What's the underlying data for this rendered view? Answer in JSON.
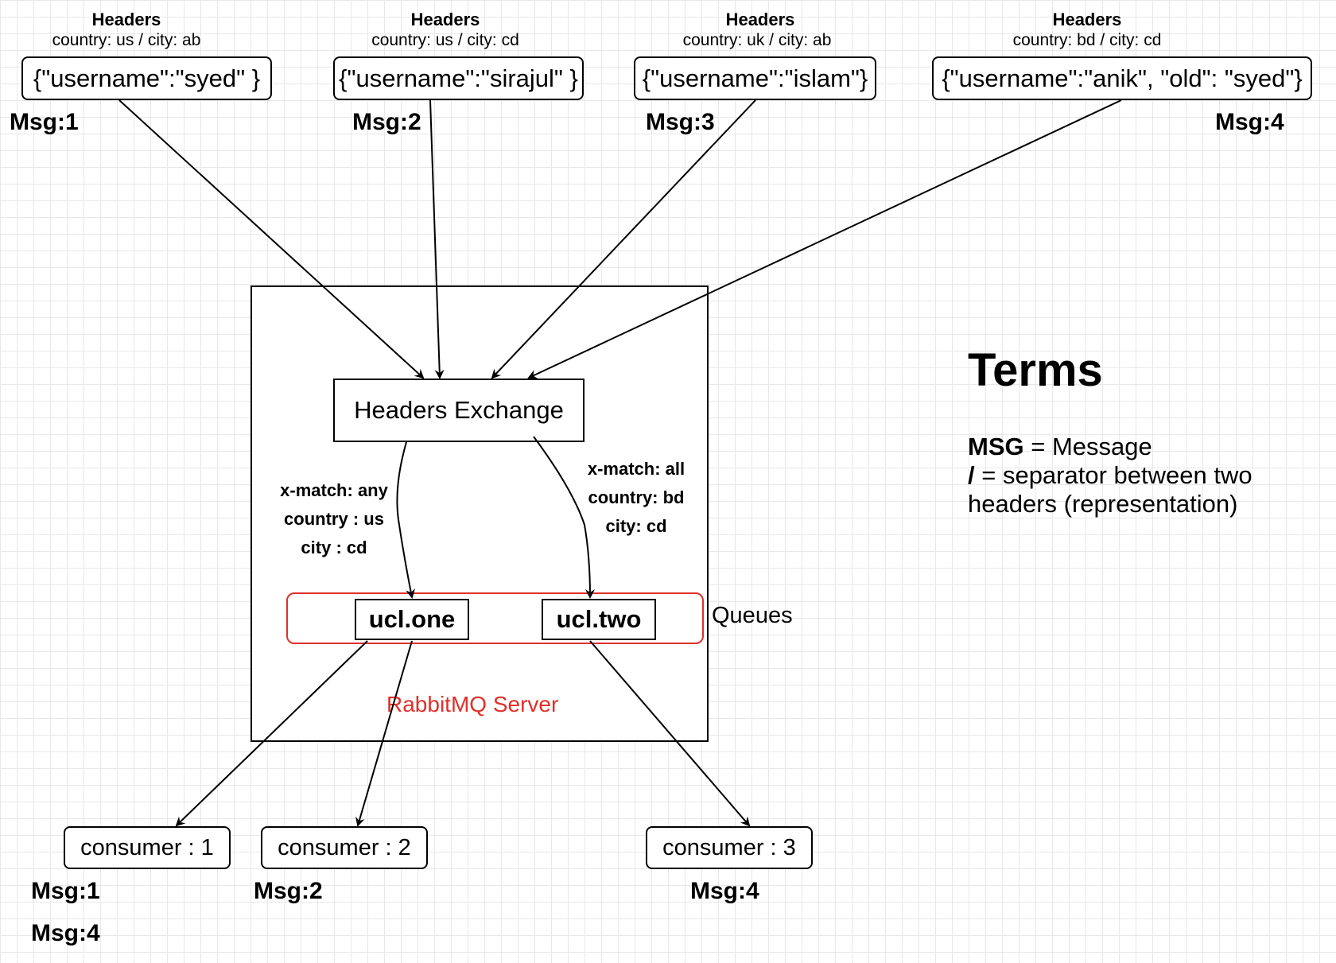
{
  "messages": [
    {
      "headers_title": "Headers",
      "headers_values": "country: us / city: ab",
      "body": "{\"username\":\"syed\" }",
      "label": "Msg:1"
    },
    {
      "headers_title": "Headers",
      "headers_values": "country: us / city: cd",
      "body": "{\"username\":\"sirajul\" }",
      "label": "Msg:2"
    },
    {
      "headers_title": "Headers",
      "headers_values": "country: uk / city: ab",
      "body": "{\"username\":\"islam\"}",
      "label": "Msg:3"
    },
    {
      "headers_title": "Headers",
      "headers_values": "country: bd / city: cd",
      "body": "{\"username\":\"anik\", \"old\": \"syed\"}",
      "label": "Msg:4"
    }
  ],
  "server": {
    "label": "RabbitMQ Server",
    "label_color": "#e0302a"
  },
  "exchange": {
    "label": "Headers Exchange"
  },
  "bindings": [
    {
      "lines": [
        "x-match: any",
        "country : us",
        "city : cd"
      ]
    },
    {
      "lines": [
        "x-match: all",
        "country: bd",
        "city: cd"
      ]
    }
  ],
  "queues": {
    "group_label": "Queues",
    "group_color": "#e0302a",
    "items": [
      "ucl.one",
      "ucl.two"
    ]
  },
  "consumers": [
    {
      "label": "consumer : 1",
      "received": [
        "Msg:1",
        "Msg:4"
      ]
    },
    {
      "label": "consumer : 2",
      "received": [
        "Msg:2"
      ]
    },
    {
      "label": "consumer : 3",
      "received": [
        "Msg:4"
      ]
    }
  ],
  "terms": {
    "title": "Terms",
    "line1": {
      "key": "MSG",
      "text": " = Message"
    },
    "line2": {
      "key": "/",
      "text": " = separator between two"
    },
    "line3": {
      "text": "headers (representation)"
    }
  }
}
